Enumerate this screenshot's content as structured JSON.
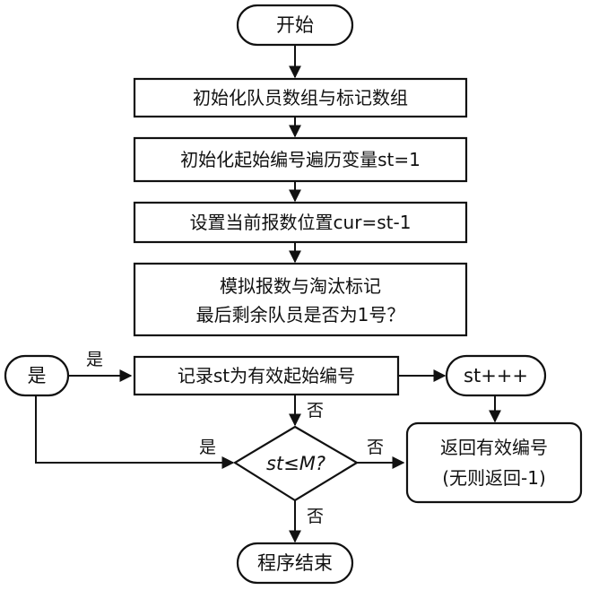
{
  "nodes": {
    "start": "开始",
    "init_arrays": "初始化队员数组与标记数组",
    "init_st": "初始化起始编号遍历变量st=1",
    "set_cur": "设置当前报数位置cur=st-1",
    "simulate_line1": "模拟报数与淘汰标记",
    "simulate_line2": "最后剩余队员是否为1号？",
    "yes_bubble": "是",
    "record": "记录st为有效起始编号",
    "increment": "st+++",
    "decision": "st≤M?",
    "return_line1": "返回有效编号",
    "return_line2": "(无则返回-1)",
    "end": "程序结束"
  },
  "edge_labels": {
    "yes_to_record": "是",
    "record_to_decision_no": "否",
    "decision_yes": "是",
    "decision_no_right": "否",
    "decision_no_down": "否"
  },
  "colors": {
    "stroke": "#111111",
    "fill": "#ffffff"
  }
}
